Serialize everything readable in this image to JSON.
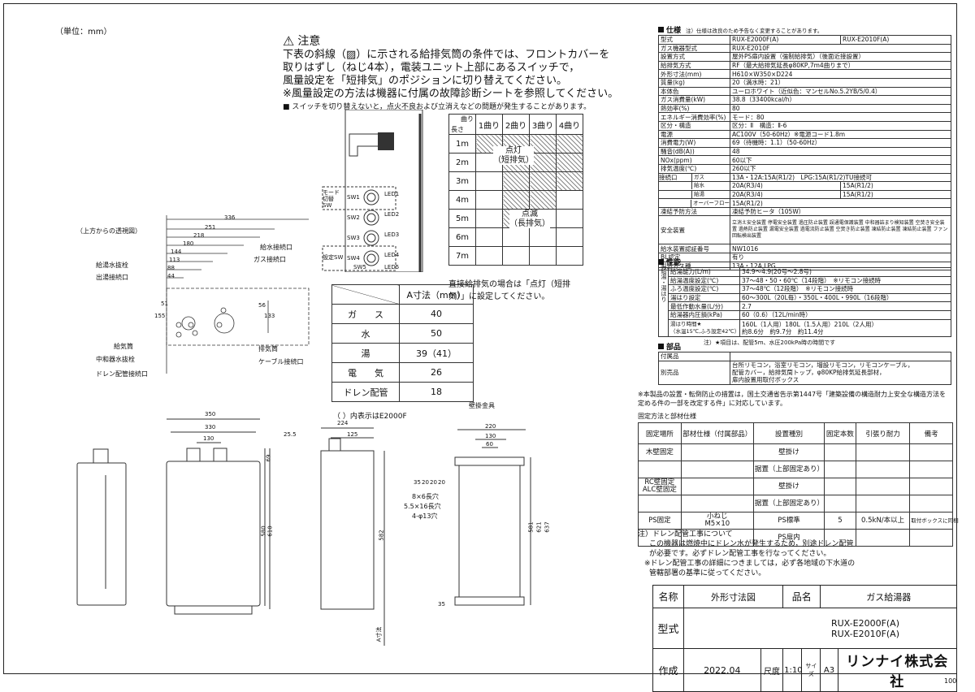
{
  "unit_label": "（単位：mm）",
  "caution": {
    "title": "注意",
    "lines": [
      "下表の斜線（▨）に示される給排気筒の条件では、フロントカバーを",
      "取りはずし（ねじ4本），電装ユニット上部にあるスイッチで，",
      "風量設定を「短排気」のポジションに切り替えてください。",
      "※風量設定の方法は機器に付属の故障診断シートを参照してください。"
    ],
    "sub": "■ スイッチを切り替えないと，点火不良および立消えなどの問題が発生することがあります。"
  },
  "switches": {
    "mode_label": "モード切替SW",
    "setting_label": "設定SW",
    "sw": [
      "SW1",
      "SW2",
      "SW3",
      "SW4",
      "SW5"
    ],
    "led": [
      "LED1",
      "LED2",
      "LED3",
      "LED4",
      "LED5"
    ]
  },
  "bend_table": {
    "corner_top": "曲り",
    "corner_bottom": "長さ",
    "cols": [
      "1曲り",
      "2曲り",
      "3曲り",
      "4曲り"
    ],
    "rows": [
      "1m",
      "2m",
      "3m",
      "4m",
      "5m",
      "6m",
      "7m"
    ],
    "hatched": [
      [
        1,
        1,
        1,
        1
      ],
      [
        0,
        1,
        1,
        1
      ],
      [
        0,
        1,
        1,
        1
      ],
      [
        0,
        1,
        1,
        0
      ],
      [
        0,
        1,
        0,
        0
      ],
      [
        0,
        0,
        0,
        0
      ],
      [
        0,
        0,
        0,
        0
      ]
    ],
    "label_short": "点灯\n（短排気）",
    "label_long": "点滅\n（長排気）",
    "note": "直接給排気の場合は「点灯（短排気）」に設定してください。"
  },
  "top_view": {
    "title": "（上方からの透視図）",
    "dims": [
      "336",
      "251",
      "218",
      "180",
      "144",
      "113",
      "88",
      "44"
    ],
    "side_dims": [
      "155",
      "51",
      "56",
      "133"
    ],
    "labels_left": [
      "給湯水抜栓",
      "出湯接続口",
      "給気筒",
      "中和器水抜栓",
      "ドレン配管接続口"
    ],
    "labels_right": [
      "給水接続口",
      "ガス接続口",
      "排気筒",
      "ケーブル接続口"
    ]
  },
  "a_table": {
    "header": "A寸法（mm）",
    "rows": [
      {
        "name": "ガ　　ス",
        "value": "40"
      },
      {
        "name": "水",
        "value": "50"
      },
      {
        "name": "湯",
        "value": "39（41）"
      },
      {
        "name": "電　　気",
        "value": "26"
      },
      {
        "name": "ドレン配管",
        "value": "18"
      }
    ],
    "note": "（ ）内表示はE2000F"
  },
  "front_view": {
    "dims": [
      "350",
      "330",
      "130",
      "580",
      "610",
      "69"
    ]
  },
  "side_view": {
    "dims": [
      "25.5",
      "224",
      "125",
      "582"
    ],
    "a_label": "A寸法"
  },
  "bracket": {
    "title": "壁掛金具",
    "dims": [
      "220",
      "130",
      "60",
      "35",
      "20",
      "20",
      "20",
      "35",
      "581",
      "621",
      "637"
    ],
    "holes": [
      "8×6長穴",
      "5.5×16長穴",
      "4-φ13穴"
    ]
  },
  "spec": {
    "header": "仕様",
    "header_note": "注）仕様は改良のため予告なく変更することがあります。",
    "rows": [
      [
        "型式",
        "RUX-E2000F(A)",
        "RUX-E2010F(A)"
      ],
      [
        "ガス機器型式",
        "RUX-E2010F",
        ""
      ],
      [
        "設置方式",
        "屋外PS扉内設置（強制給排気）（後面近接設置）",
        ""
      ],
      [
        "給排気方式",
        "RF（最大給排気延長φ80KP,7m4曲りまで）",
        ""
      ],
      [
        "外形寸法(mm)",
        "H610×W350×D224",
        ""
      ],
      [
        "質量(kg)",
        "20（満水時：21）",
        ""
      ],
      [
        "本体色",
        "ユーロホワイト（近似色：マンセルNo.5.2YB/5/0.4）",
        ""
      ],
      [
        "ガス消費量(kW)",
        "38.8（33400kcal/h）",
        ""
      ],
      [
        "熱効率(%)",
        "80",
        ""
      ],
      [
        "エネルギー消費効率(%)",
        "モード：80",
        ""
      ],
      [
        "区分・構造",
        "区分：Ⅱ　構造：Ⅱ-6",
        ""
      ],
      [
        "電源",
        "AC100V（50-60Hz）※電源コード1.8m",
        ""
      ],
      [
        "消費電力(W)",
        "69（待機時：1.1）（50-60Hz）",
        ""
      ],
      [
        "騒音(dB(A))",
        "48",
        ""
      ],
      [
        "NOx(ppm)",
        "60以下",
        ""
      ],
      [
        "排気温度(℃)",
        "260以下",
        ""
      ]
    ],
    "connect_label": "接続口",
    "connect": [
      [
        "ガス",
        "13A・12A:15A(R1/2)　LPG:15A(R1/2)TU接続可",
        ""
      ],
      [
        "給水",
        "20A(R3/4)",
        "15A(R1/2)"
      ],
      [
        "給湯",
        "20A(R3/4)",
        "15A(R1/2)"
      ],
      [
        "オーバーフロー",
        "15A(R1/2)",
        ""
      ]
    ],
    "rows2": [
      [
        "凍結予防方法",
        "凍結予防ヒータ（105W）"
      ],
      [
        "安全装置",
        "立消え安全装置 停電安全装置 過圧防止装置 誤通電保護装置 中和器詰まり検知装置 空焚き安全装置 過熱防止装置 漏電安全装置 過電流防止装置 空焚き防止装置 凍結防止装置 凍結防止装置 ファン回転検出装置"
      ],
      [
        "給水装置認証番号",
        "NW1016"
      ],
      [
        "BL認定",
        "有り"
      ],
      [
        "製造ガス種",
        "13A・12A,LPG"
      ]
    ]
  },
  "perf": {
    "header": "性能",
    "side": "給湯・湯はり",
    "rows": [
      [
        "給湯能力(L/m)",
        "34.9～4.9(20号～2.8号)"
      ],
      [
        "給湯温度設定(℃)",
        "37～48・50・60℃（14段階）　※リモコン接続時"
      ],
      [
        "ふろ温度設定(℃)",
        "37～48℃（12段階）　※リモコン接続時"
      ],
      [
        "湯はり設定",
        "60～300L（20L毎）・350L・400L・990L（16段階）"
      ],
      [
        "最低作動水量(L/分)",
        "2.7"
      ],
      [
        "給湯器内圧損(kPa)",
        "60（0.6）（12L/min時）"
      ],
      [
        "湯はり時間★\n（水温15℃,ふろ設定42℃）",
        "160L（1人用）180L（1.5人用）210L（2人用）\n約8.6分　約9.7分　約11.4分"
      ]
    ],
    "note": "注）★項目は、配管5m、水圧200kPa時の時間です"
  },
  "parts": {
    "header": "部品",
    "rows": [
      [
        "付属品",
        ""
      ],
      [
        "別売品",
        "台所リモコン，浴室リモコン，増設リモコン，リモコンケーブル，\n配管カバー，給排気筒トップ，φ80KP給排気延長部材，\n扉内設置用取付ボックス"
      ]
    ]
  },
  "seismic_note": "※本製品の設置・転倒防止の措置は，国土交通省告示第1447号「建築設備の構造耐力上安全な構造方法を定める件の一部を改定する件」に対応しています。",
  "fix": {
    "title": "固定方法と部材仕様",
    "headers": [
      "固定場所",
      "部材仕様（付属部品）",
      "設置種別",
      "固定本数",
      "引張り耐力",
      "備考"
    ],
    "rows": [
      [
        "木壁固定",
        "",
        "壁掛け",
        "",
        "",
        ""
      ],
      [
        "",
        "",
        "据置（上部固定あり）",
        "",
        "",
        ""
      ],
      [
        "RC壁固定\nALC壁固定",
        "",
        "壁掛け",
        "",
        "",
        ""
      ],
      [
        "",
        "",
        "据置（上部固定あり）",
        "",
        "",
        ""
      ],
      [
        "PS固定",
        "小ねじ\nM5×10",
        "PS標準",
        "5",
        "0.5kN/本以上",
        "取付ボックスに同梱"
      ],
      [
        "",
        "",
        "PS扉内",
        "",
        "",
        ""
      ]
    ]
  },
  "drain_note": [
    "注）ドレン配管工事について",
    "この機器は燃焼中にドレン水が発生するため，別途ドレン配管",
    "が必要です。必ずドレン配管工事を行なってください。",
    "※ドレン配管工事の詳細につきましては，必ず各地域の下水道の",
    "管轄部署の基準に従ってください。"
  ],
  "title_block": {
    "name_label": "名称",
    "name_value": "外形寸法図",
    "item_label": "品名",
    "item_value": "ガス給湯器",
    "model_label": "型式",
    "model_1": "RUX-E2000F(A)",
    "model_2": "RUX-E2010F(A)",
    "made_label": "作成",
    "date": "2022.04",
    "scale_label": "尺度",
    "scale": "1:10",
    "size_label": "サイズ",
    "size": "A3",
    "company": "リンナイ株式会社"
  },
  "page_no": "100"
}
